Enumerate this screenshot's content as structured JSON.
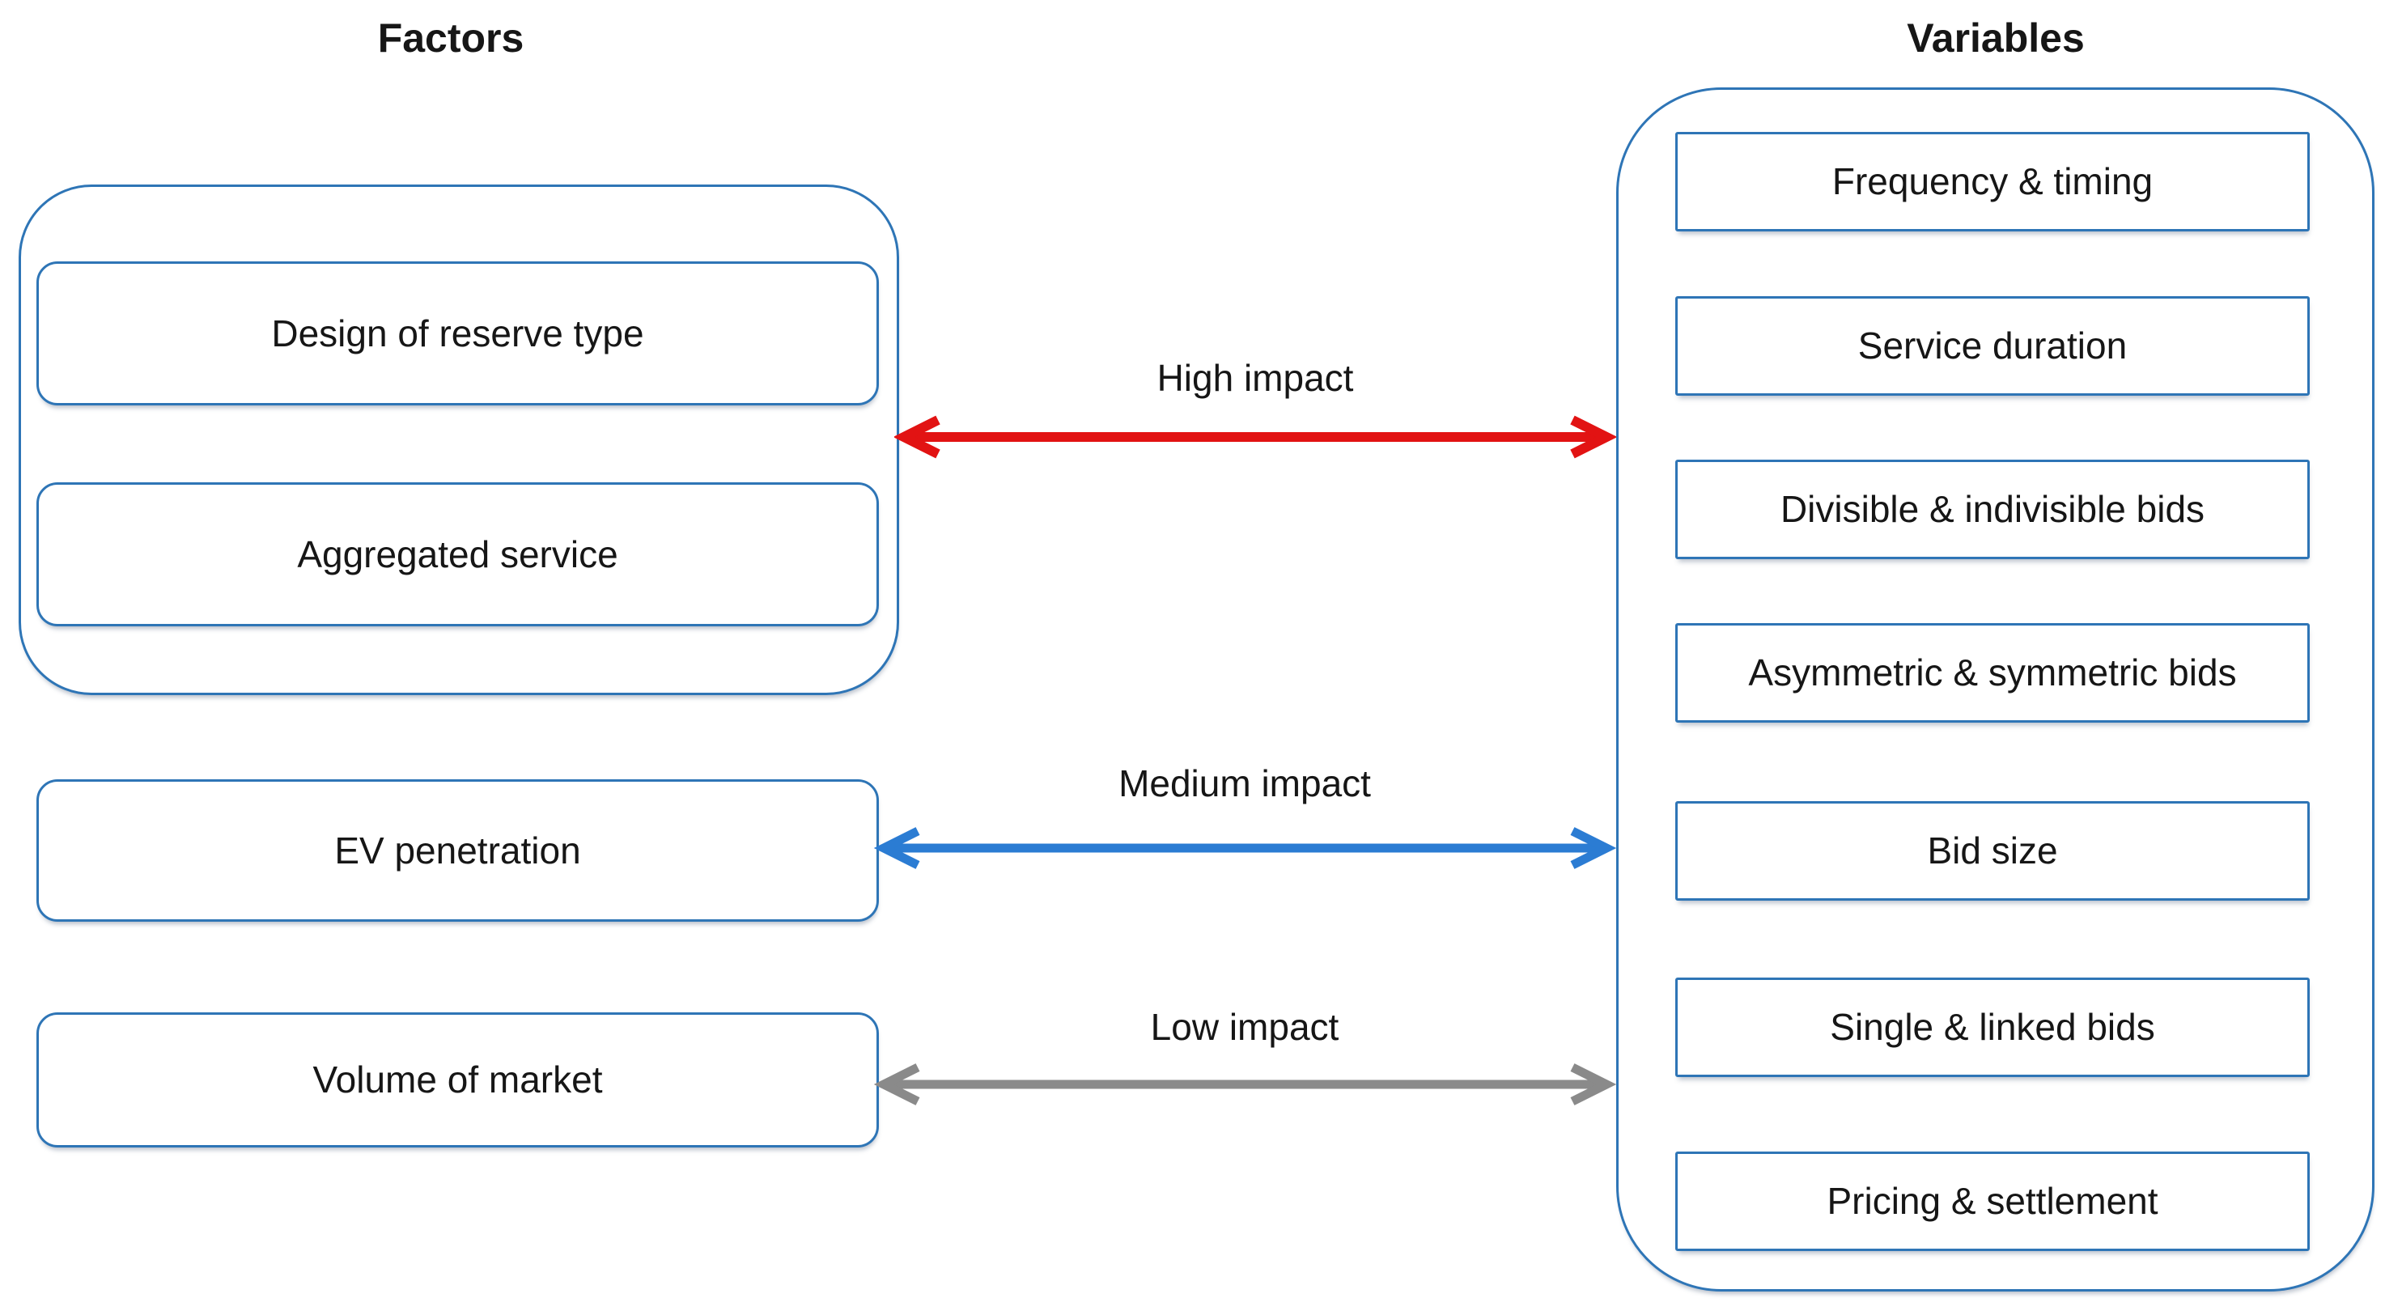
{
  "titles": {
    "left": "Factors",
    "right": "Variables"
  },
  "factors": {
    "grouped": [
      "Design of reserve type",
      "Aggregated service"
    ],
    "standalone": [
      "EV penetration",
      "Volume of market"
    ]
  },
  "variables": [
    "Frequency & timing",
    "Service duration",
    "Divisible & indivisible bids",
    "Asymmetric & symmetric bids",
    "Bid size",
    "Single & linked bids",
    "Pricing & settlement"
  ],
  "arrows": [
    {
      "label": "High impact",
      "color": "#e21313"
    },
    {
      "label": "Medium impact",
      "color": "#2b7cd3"
    },
    {
      "label": "Low impact",
      "color": "#8a8a8a"
    }
  ],
  "colors": {
    "box_border": "#2e75b6",
    "text": "#161616",
    "background": "#ffffff"
  }
}
